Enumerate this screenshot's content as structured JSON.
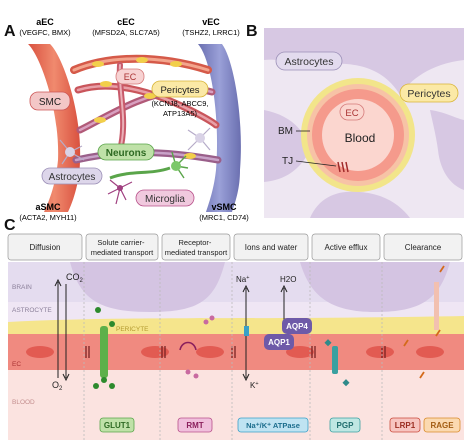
{
  "panelA": {
    "letter": "A",
    "aec": {
      "title": "aEC",
      "markers": "(VEGFC, BMX)"
    },
    "cec": {
      "title": "cEC",
      "markers": "(MFSD2A, SLC7A5)"
    },
    "vec": {
      "title": "vEC",
      "markers": "(TSHZ2, LRRC1)"
    },
    "ec": "EC",
    "smc": "SMC",
    "pericytes": {
      "title": "Pericytes",
      "markers1": "(KCNJ8, ABCC9,",
      "markers2": "ATP13A5)"
    },
    "neurons": "Neurons",
    "astrocytes": "Astrocytes",
    "microglia": "Microglia",
    "asmc": {
      "title": "aSMC",
      "markers": "(ACTA2, MYH11)"
    },
    "vsmc": {
      "title": "vSMC",
      "markers": "(MRC1, CD74)"
    }
  },
  "panelB": {
    "letter": "B",
    "astrocytes": "Astrocytes",
    "pericytes": "Pericytes",
    "ec": "EC",
    "blood": "Blood",
    "bm": "BM",
    "tj": "TJ"
  },
  "panelC": {
    "letter": "C",
    "headers": [
      "Diffusion",
      "Solute carrier-\nmediated transport",
      "Receptor-\nmediated transport",
      "Ions and water",
      "Active efflux",
      "Clearance"
    ],
    "layers": {
      "brain": "BRAIN",
      "astrocyte": "ASTROCYTE",
      "pericyte": "PERICYTE",
      "ec": "EC",
      "blood": "BLOOD"
    },
    "co2": "CO",
    "co2_sub": "2",
    "o2": "O",
    "o2_sub": "2",
    "na": "Na",
    "na_sup": "+",
    "k": "K",
    "k_sup": "+",
    "h2o": "H2O",
    "aqp1": "AQP1",
    "aqp4": "AQP4",
    "glut1": "GLUT1",
    "rmt": "RMT",
    "atpase": "Na⁺/K⁺ ATPase",
    "pgp": "PGP",
    "lrp1": "LRP1",
    "rage": "RAGE"
  }
}
